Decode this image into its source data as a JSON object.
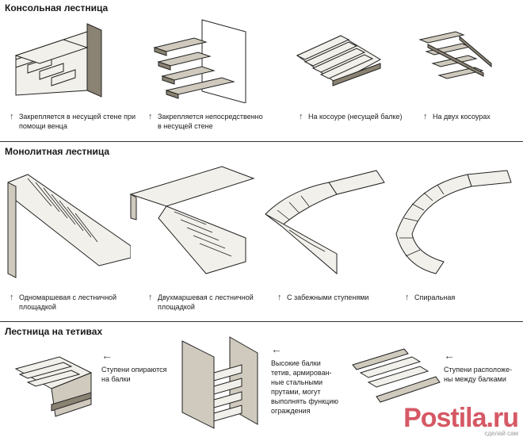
{
  "sections": [
    {
      "title": "Консольная лестница",
      "items": [
        {
          "caption": [
            "Закрепляется в несущей стене при",
            "помощи венца"
          ],
          "icon": "up-arrow-icon"
        },
        {
          "caption": [
            "Закрепляется непосредственно",
            "в несущей стене"
          ],
          "icon": "up-arrow-icon"
        },
        {
          "caption": [
            "На косоуре (несущей балке)"
          ],
          "icon": "up-arrow-icon"
        },
        {
          "caption": [
            "На двух косоурах"
          ],
          "icon": "up-arrow-icon"
        }
      ]
    },
    {
      "title": "Монолитная лестница",
      "items": [
        {
          "caption": [
            "Одномаршевая с лестничной",
            "площадкой"
          ],
          "icon": "up-arrow-icon"
        },
        {
          "caption": [
            "Двухмаршевая с лестничной",
            "площадкой"
          ],
          "icon": "up-arrow-icon"
        },
        {
          "caption": [
            "С забежными ступенями"
          ],
          "icon": "up-arrow-icon"
        },
        {
          "caption": [
            "Спиральная"
          ],
          "icon": "up-arrow-icon"
        }
      ]
    },
    {
      "title": "Лестница на тетивах",
      "items": [
        {
          "caption": [
            "Ступени опираются",
            "на балки"
          ],
          "icon": "left-arrow-icon"
        },
        {
          "caption": [
            "Высокие балки",
            "тетив, армирован-",
            "ные стальными",
            "прутами, могут",
            "выполнять функцию",
            "ограждения"
          ],
          "icon": "left-arrow-icon"
        },
        {
          "caption": [
            "Ступени расположе-",
            "ны между балками"
          ],
          "icon": "left-arrow-icon"
        }
      ]
    }
  ],
  "watermark": {
    "text": "Postila.ru",
    "sub": "сделай сам"
  }
}
